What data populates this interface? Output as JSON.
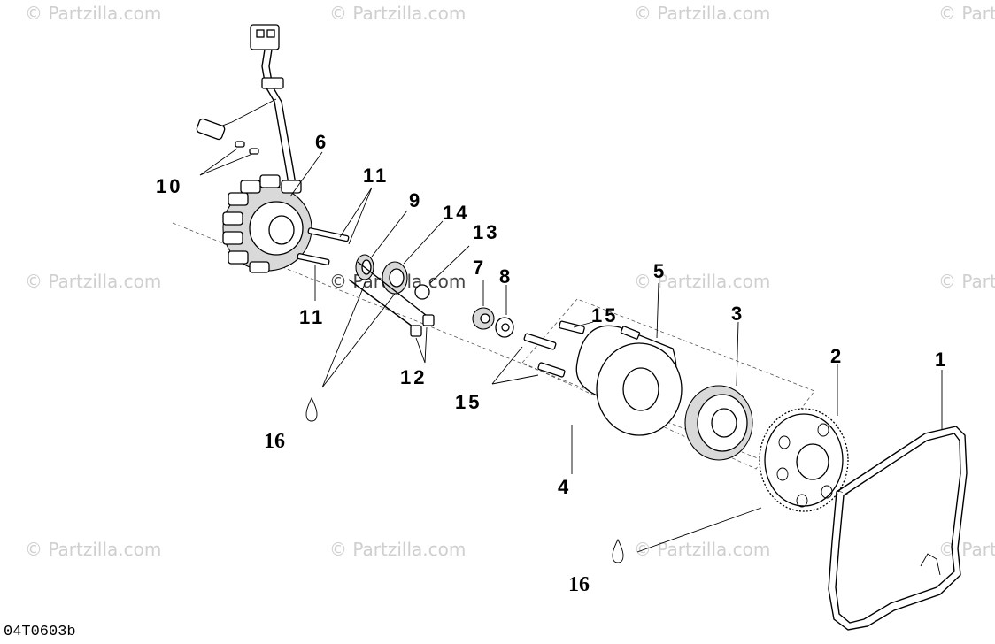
{
  "watermark": "© Partzilla.com",
  "diagram_code": "04T0603b",
  "callouts": {
    "c1": "1",
    "c2": "2",
    "c3": "3",
    "c4": "4",
    "c5": "5",
    "c6": "6",
    "c7": "7",
    "c8": "8",
    "c9": "9",
    "c10": "10",
    "c11a": "11",
    "c11b": "11",
    "c12": "12",
    "c13": "13",
    "c14": "14",
    "c15a": "15",
    "c15b": "15",
    "c16a": "16",
    "c16b": "16"
  }
}
